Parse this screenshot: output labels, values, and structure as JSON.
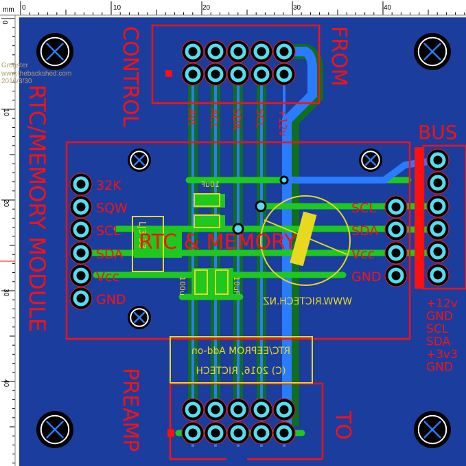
{
  "ruler": {
    "unit": "mm",
    "h_ticks": [
      "0",
      "10",
      "20",
      "30",
      "40"
    ],
    "v_ticks": [
      "0",
      "10",
      "20",
      "30",
      "40"
    ]
  },
  "watermark": {
    "line1": "Grogster",
    "line2": "www.thebackshed.com",
    "line3": "2016/3/30"
  },
  "board": {
    "title": "RTC/MEMORY MODULE",
    "center_label": "RTC & MEMORY",
    "top_connector": {
      "left_label": "CONTROL",
      "right_label": "FROM"
    },
    "bottom_connector": {
      "left_label": "PREAMP",
      "right_label": "TO"
    },
    "trace_labels": [
      "AVI",
      "ACL",
      "SDA",
      "SCL",
      "+12v"
    ],
    "left_header_labels": [
      "32K",
      "SQW",
      "SCL",
      "SDA",
      "Vcc",
      "GND"
    ],
    "right_header_labels": [
      "SCL",
      "SDA",
      "Vcc",
      "GND"
    ],
    "bus": {
      "title": "BUS",
      "pins": [
        "+12v",
        "GND",
        "SCL",
        "SDA",
        "+3v3",
        "GND"
      ]
    },
    "silkscreen": {
      "regulator": "LJ3-33",
      "caps": [
        "10uF",
        "100u",
        "10uF"
      ],
      "website": "WWW.RICTECH.NZ",
      "addon_line1": "RTC/EEPROM Add-on",
      "addon_line2": "(C) 2016, RICTECH"
    }
  },
  "colors": {
    "board": "#1b3d9e",
    "copper_top": "#1ec81e",
    "copper_bottom": "#2a7cff",
    "silk": "#e8d820",
    "outline": "#ff1010",
    "pad": "#55ddee"
  }
}
